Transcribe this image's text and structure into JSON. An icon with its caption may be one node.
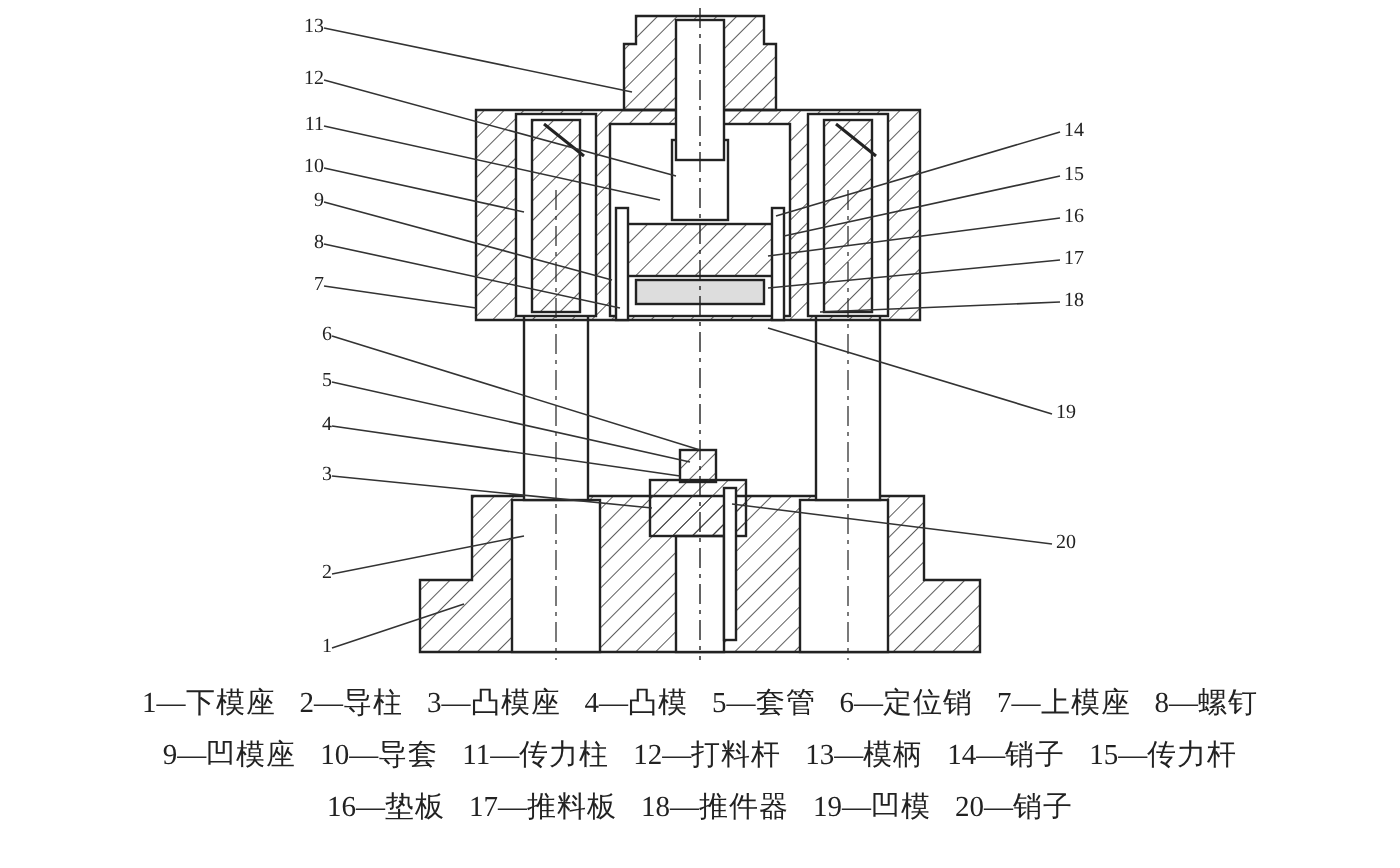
{
  "diagram": {
    "nodes": [
      {
        "text": [
          "1"
        ]
      },
      {
        "text": [
          "2"
        ]
      },
      {
        "text": [
          "3"
        ]
      },
      {
        "text": [
          "4"
        ]
      },
      {
        "text": [
          "5"
        ]
      },
      {
        "text": [
          "6"
        ]
      },
      {
        "text": [
          "7"
        ]
      },
      {
        "text": [
          "8"
        ]
      },
      {
        "text": [
          "9"
        ]
      },
      {
        "text": [
          "10"
        ]
      },
      {
        "text": [
          "11"
        ]
      },
      {
        "text": [
          "12"
        ]
      },
      {
        "text": [
          "13"
        ]
      },
      {
        "text": [
          "14"
        ]
      },
      {
        "text": [
          "15"
        ]
      },
      {
        "text": [
          "16"
        ]
      },
      {
        "text": [
          "17"
        ]
      },
      {
        "text": [
          "18"
        ]
      },
      {
        "text": [
          "19"
        ]
      },
      {
        "text": [
          "20"
        ]
      }
    ],
    "edges": [
      {
        "from": 0,
        "to": null,
        "arrow": "none"
      },
      {
        "from": 1,
        "to": null,
        "arrow": "none"
      },
      {
        "from": 2,
        "to": null,
        "arrow": "none"
      },
      {
        "from": 3,
        "to": null,
        "arrow": "none"
      },
      {
        "from": 4,
        "to": null,
        "arrow": "none"
      },
      {
        "from": 5,
        "to": null,
        "arrow": "none"
      },
      {
        "from": 6,
        "to": null,
        "arrow": "none"
      },
      {
        "from": 7,
        "to": null,
        "arrow": "none"
      },
      {
        "from": 8,
        "to": null,
        "arrow": "none"
      },
      {
        "from": 9,
        "to": null,
        "arrow": "none"
      },
      {
        "from": 10,
        "to": null,
        "arrow": "none"
      },
      {
        "from": 11,
        "to": null,
        "arrow": "none"
      },
      {
        "from": 12,
        "to": null,
        "arrow": "none"
      },
      {
        "from": 13,
        "to": null,
        "arrow": "none"
      },
      {
        "from": 14,
        "to": null,
        "arrow": "none"
      },
      {
        "from": 15,
        "to": null,
        "arrow": "none"
      },
      {
        "from": 16,
        "to": null,
        "arrow": "none"
      },
      {
        "from": 17,
        "to": null,
        "arrow": "none"
      },
      {
        "from": 18,
        "to": null,
        "arrow": "none"
      },
      {
        "from": 19,
        "to": null,
        "arrow": "none"
      }
    ],
    "labels": [
      "1—下模座",
      "2—导柱",
      "3—凸模座",
      "4—凸模",
      "5—套管",
      "6—定位销",
      "7—上模座",
      "8—螺钉",
      "9—凹模座",
      "10—导套",
      "11—传力柱",
      "12—打料杆",
      "13—模柄",
      "14—销子",
      "15—传力杆",
      "16—垫板",
      "17—推料板",
      "18—推件器",
      "19—凹模",
      "20—销子"
    ]
  }
}
